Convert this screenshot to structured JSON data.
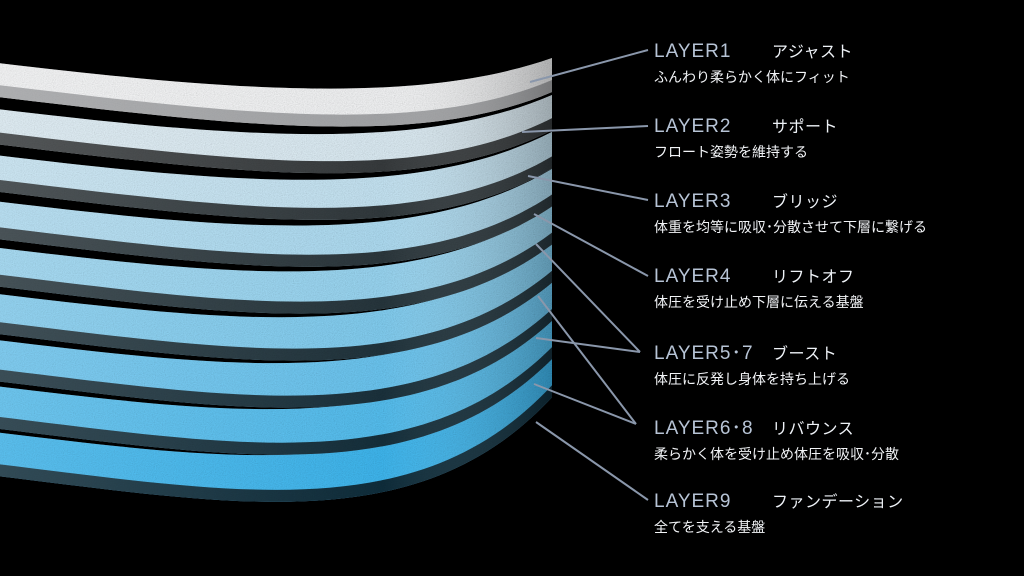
{
  "layers": [
    {
      "code": "LAYER1",
      "name": "アジャスト",
      "desc": "ふんわり柔らかく体にフィット"
    },
    {
      "code": "LAYER2",
      "name": "サポート",
      "desc": "フロート姿勢を維持する"
    },
    {
      "code": "LAYER3",
      "name": "ブリッジ",
      "desc": "体重を均等に吸収･分散させて下層に繋げる"
    },
    {
      "code": "LAYER4",
      "name": "リフトオフ",
      "desc": "体圧を受け止め下層に伝える基盤"
    },
    {
      "code": "LAYER5･7",
      "name": "ブースト",
      "desc": "体圧に反発し身体を持ち上げる"
    },
    {
      "code": "LAYER6･8",
      "name": "リバウンス",
      "desc": "柔らかく体を受け止め体圧を吸収･分散"
    },
    {
      "code": "LAYER9",
      "name": "ファンデーション",
      "desc": "全てを支える基盤"
    }
  ],
  "colors": {
    "background": "#000000",
    "leader_line": "#8a97ab",
    "label_code": "#b7c4d6",
    "label_text": "#eef2f7",
    "top_layer": "#f4f5f6",
    "bottom_layer": "#3fb8f0"
  }
}
